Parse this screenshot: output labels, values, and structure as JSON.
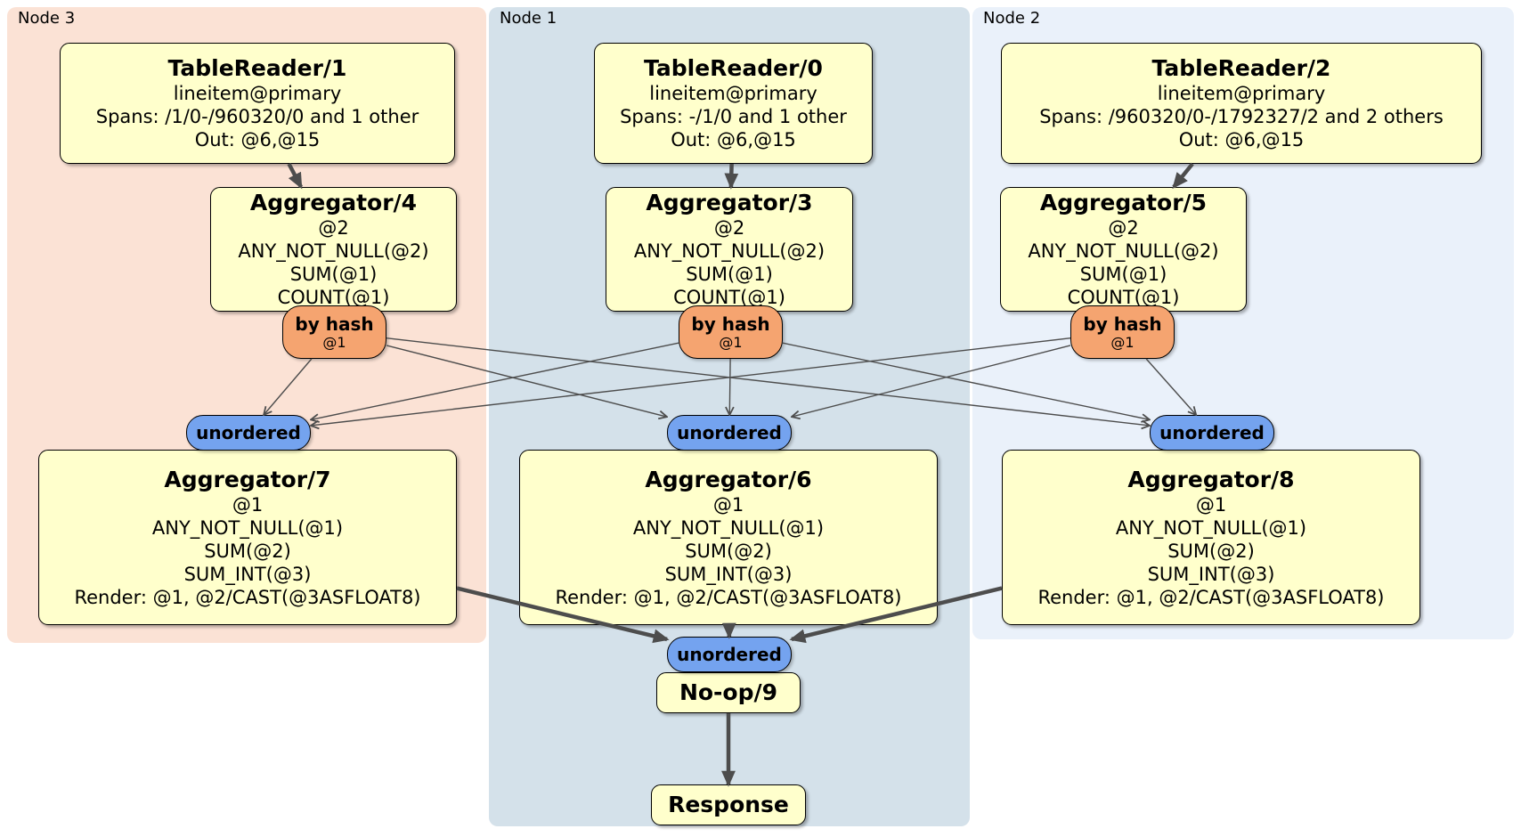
{
  "panels": {
    "node3": {
      "label": "Node 3"
    },
    "node1": {
      "label": "Node 1"
    },
    "node2": {
      "label": "Node 2"
    }
  },
  "processors": {
    "tr1": {
      "title": "TableReader/1",
      "lines": [
        "lineitem@primary",
        "Spans: /1/0-/960320/0 and 1 other",
        "Out: @6,@15"
      ]
    },
    "tr0": {
      "title": "TableReader/0",
      "lines": [
        "lineitem@primary",
        "Spans: -/1/0 and 1 other",
        "Out: @6,@15"
      ]
    },
    "tr2": {
      "title": "TableReader/2",
      "lines": [
        "lineitem@primary",
        "Spans: /960320/0-/1792327/2 and 2 others",
        "Out: @6,@15"
      ]
    },
    "agg4": {
      "title": "Aggregator/4",
      "lines": [
        "@2",
        "ANY_NOT_NULL(@2)",
        "SUM(@1)",
        "COUNT(@1)"
      ]
    },
    "agg3": {
      "title": "Aggregator/3",
      "lines": [
        "@2",
        "ANY_NOT_NULL(@2)",
        "SUM(@1)",
        "COUNT(@1)"
      ]
    },
    "agg5": {
      "title": "Aggregator/5",
      "lines": [
        "@2",
        "ANY_NOT_NULL(@2)",
        "SUM(@1)",
        "COUNT(@1)"
      ]
    },
    "agg7": {
      "title": "Aggregator/7",
      "lines": [
        "@1",
        "ANY_NOT_NULL(@1)",
        "SUM(@2)",
        "SUM_INT(@3)",
        "Render: @1, @2/CAST(@3ASFLOAT8)"
      ]
    },
    "agg6": {
      "title": "Aggregator/6",
      "lines": [
        "@1",
        "ANY_NOT_NULL(@1)",
        "SUM(@2)",
        "SUM_INT(@3)",
        "Render: @1, @2/CAST(@3ASFLOAT8)"
      ]
    },
    "agg8": {
      "title": "Aggregator/8",
      "lines": [
        "@1",
        "ANY_NOT_NULL(@1)",
        "SUM(@2)",
        "SUM_INT(@3)",
        "Render: @1, @2/CAST(@3ASFLOAT8)"
      ]
    },
    "noop9": {
      "title": "No-op/9"
    },
    "response": {
      "title": "Response"
    }
  },
  "routers": {
    "byhash4": {
      "label": "by hash",
      "detail": "@1"
    },
    "byhash3": {
      "label": "by hash",
      "detail": "@1"
    },
    "byhash5": {
      "label": "by hash",
      "detail": "@1"
    }
  },
  "synchronizers": {
    "unordered7": {
      "label": "unordered"
    },
    "unordered6": {
      "label": "unordered"
    },
    "unordered8": {
      "label": "unordered"
    },
    "unorderedFinal": {
      "label": "unordered"
    }
  },
  "edges": [
    {
      "from": "tablereader-1-box",
      "to": "aggregator-4-box",
      "style": "thick"
    },
    {
      "from": "tablereader-0-box",
      "to": "aggregator-3-box",
      "style": "thick"
    },
    {
      "from": "tablereader-2-box",
      "to": "aggregator-5-box",
      "style": "thick"
    },
    {
      "from": "byhash-4-router",
      "to": "unordered-7-sync",
      "style": "thin"
    },
    {
      "from": "byhash-4-router",
      "to": "unordered-6-sync",
      "style": "thin"
    },
    {
      "from": "byhash-4-router",
      "to": "unordered-8-sync",
      "style": "thin"
    },
    {
      "from": "byhash-3-router",
      "to": "unordered-7-sync",
      "style": "thin"
    },
    {
      "from": "byhash-3-router",
      "to": "unordered-6-sync",
      "style": "thin"
    },
    {
      "from": "byhash-3-router",
      "to": "unordered-8-sync",
      "style": "thin"
    },
    {
      "from": "byhash-5-router",
      "to": "unordered-7-sync",
      "style": "thin"
    },
    {
      "from": "byhash-5-router",
      "to": "unordered-6-sync",
      "style": "thin"
    },
    {
      "from": "byhash-5-router",
      "to": "unordered-8-sync",
      "style": "thin"
    },
    {
      "from": "aggregator-7-box",
      "to": "unordered-final-sync",
      "style": "thick"
    },
    {
      "from": "aggregator-6-box",
      "to": "unordered-final-sync",
      "style": "thick"
    },
    {
      "from": "aggregator-8-box",
      "to": "unordered-final-sync",
      "style": "thick"
    },
    {
      "from": "noop-9-box",
      "to": "response-box",
      "style": "thick"
    }
  ],
  "colors": {
    "panel_node3_bg": "#fbe2d5",
    "panel_node1_bg": "#d4e1ea",
    "panel_node2_bg": "#eaf1fa",
    "processor_bg": "#ffffcc",
    "router_bg": "#f5a470",
    "sync_bg": "#74a3ef",
    "edge": "#4d4d4d"
  }
}
